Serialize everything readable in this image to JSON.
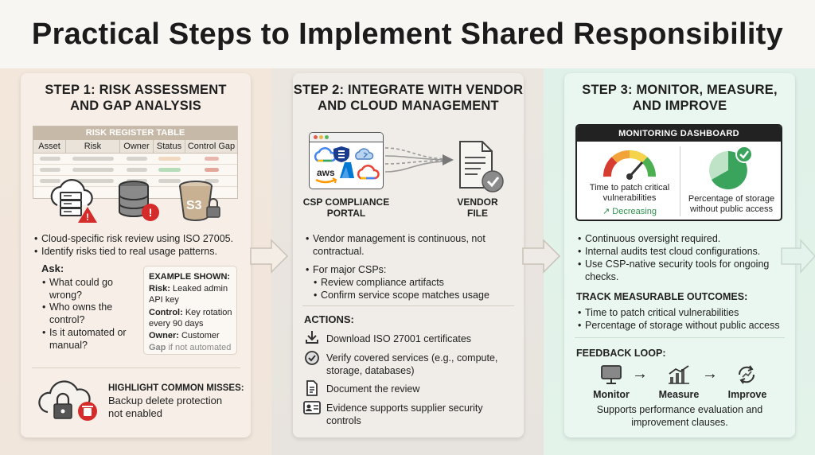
{
  "title": "Practical Steps to Implement Shared Responsibility",
  "step1": {
    "heading_line1": "STEP 1: RISK ASSESSMENT",
    "heading_line2": "AND GAP ANALYSIS",
    "table_title": "RISK REGISTER TABLE",
    "columns": [
      "Asset",
      "Risk",
      "Owner",
      "Status",
      "Control Gap"
    ],
    "s3_label": "S3",
    "bullets": [
      "Cloud-specific risk review using ISO 27005.",
      "Identify risks tied to real usage patterns."
    ],
    "ask_label": "Ask:",
    "ask_items": [
      "What could go",
      "wrong?",
      "Who owns the",
      "control?",
      "Is it automated or",
      "manual?"
    ],
    "example_title": "EXAMPLE SHOWN:",
    "example_risk_label": "Risk:",
    "example_risk": " Leaked admin",
    "example_risk2": "API key",
    "example_control_label": "Control:",
    "example_control": " Key rotation",
    "example_control2": "every 90 days",
    "example_owner_label": "Owner:",
    "example_owner": " Customer",
    "example_gap_label": "Gap",
    "example_gap": " if not automated",
    "misses_title": "HIGHLIGHT COMMON MISSES:",
    "misses_line1": "Backup delete protection",
    "misses_line2": "not enabled"
  },
  "step2": {
    "heading_line1": "STEP 2: INTEGRATE WITH VENDOR",
    "heading_line2": "AND CLOUD MANAGEMENT",
    "portal_label1": "CSP COMPLIANCE",
    "portal_label2": "PORTAL",
    "vendor_label1": "VENDOR",
    "vendor_label2": "FILE",
    "aws_label": "aws",
    "bullet1_l1": "Vendor management is continuous, not",
    "bullet1_l2": "contractual.",
    "bullet2": "For major CSPs:",
    "sub1": "Review compliance artifacts",
    "sub2": "Confirm service scope matches usage",
    "actions_label": "ACTIONS:",
    "action1": "Download ISO 27001 certificates",
    "action2_l1": "Verify covered services (e.g., compute,",
    "action2_l2": "storage, databases)",
    "action3": "Document the review",
    "action4_l1": "Evidence supports supplier security",
    "action4_l2": "controls"
  },
  "step3": {
    "heading_line1": "STEP 3: MONITOR, MEASURE,",
    "heading_line2": "AND IMPROVE",
    "dashboard_title": "MONITORING DASHBOARD",
    "metric1_l1": "Time to patch critical",
    "metric1_l2": "vulnerabilities",
    "metric1_trend": "↗ Decreasing",
    "metric2_l1": "Percentage of storage",
    "metric2_l2": "without public access",
    "bullets": [
      "Continuous oversight required.",
      "Internal audits test cloud configurations.",
      "Use CSP-native security tools for ongoing",
      "checks."
    ],
    "track_title": "TRACK MEASURABLE OUTCOMES:",
    "track_items": [
      "Time to patch critical vulnerabilities",
      "Percentage of storage without public access"
    ],
    "feedback_title": "FEEDBACK LOOP:",
    "loop": [
      "Monitor",
      "Measure",
      "Improve"
    ],
    "loop_arrow": "→",
    "loop_note1": "Supports performance evaluation and",
    "loop_note2": "improvement clauses."
  },
  "colors": {
    "alert_red": "#d62b2b",
    "ok_green": "#3aa35c",
    "dark": "#222222"
  }
}
